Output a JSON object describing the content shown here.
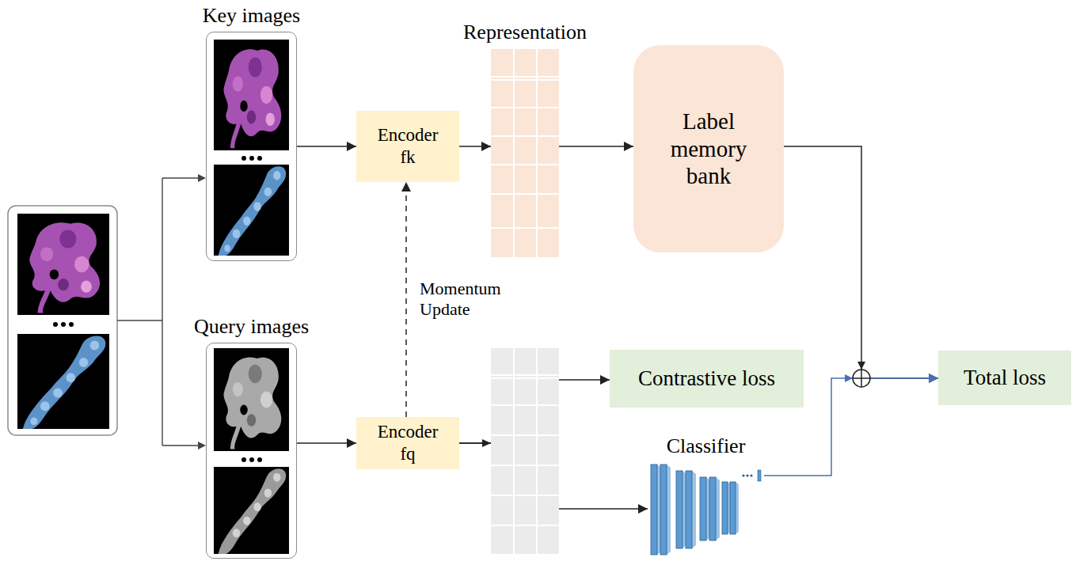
{
  "diagram": {
    "nodes": [
      {
        "text": [
          "Key images"
        ]
      },
      {
        "text": [
          "Query images"
        ]
      },
      {
        "text": [
          "Encoder fk"
        ]
      },
      {
        "text": [
          "Encoder fq"
        ]
      },
      {
        "text": [
          "Representation"
        ]
      },
      {
        "text": [
          "Label memory bank"
        ]
      },
      {
        "text": [
          "Contrastive loss"
        ]
      },
      {
        "text": [
          "Classifier"
        ]
      },
      {
        "text": [
          "Total loss"
        ]
      }
    ],
    "edges": [
      {
        "from": 0,
        "to": 2,
        "arrow": "to"
      },
      {
        "from": 1,
        "to": 3,
        "arrow": "to"
      },
      {
        "from": 2,
        "to": 4,
        "arrow": "to"
      },
      {
        "from": 4,
        "to": 5,
        "arrow": "to"
      },
      {
        "from": 3,
        "to": 2,
        "label": "Momentum Update",
        "arrow": "to"
      },
      {
        "from": 3,
        "to": 6,
        "arrow": "to"
      },
      {
        "from": 3,
        "to": 7,
        "arrow": "to"
      },
      {
        "from": 5,
        "to": 8,
        "arrow": "to"
      },
      {
        "from": 7,
        "to": 8,
        "arrow": "to"
      }
    ]
  }
}
